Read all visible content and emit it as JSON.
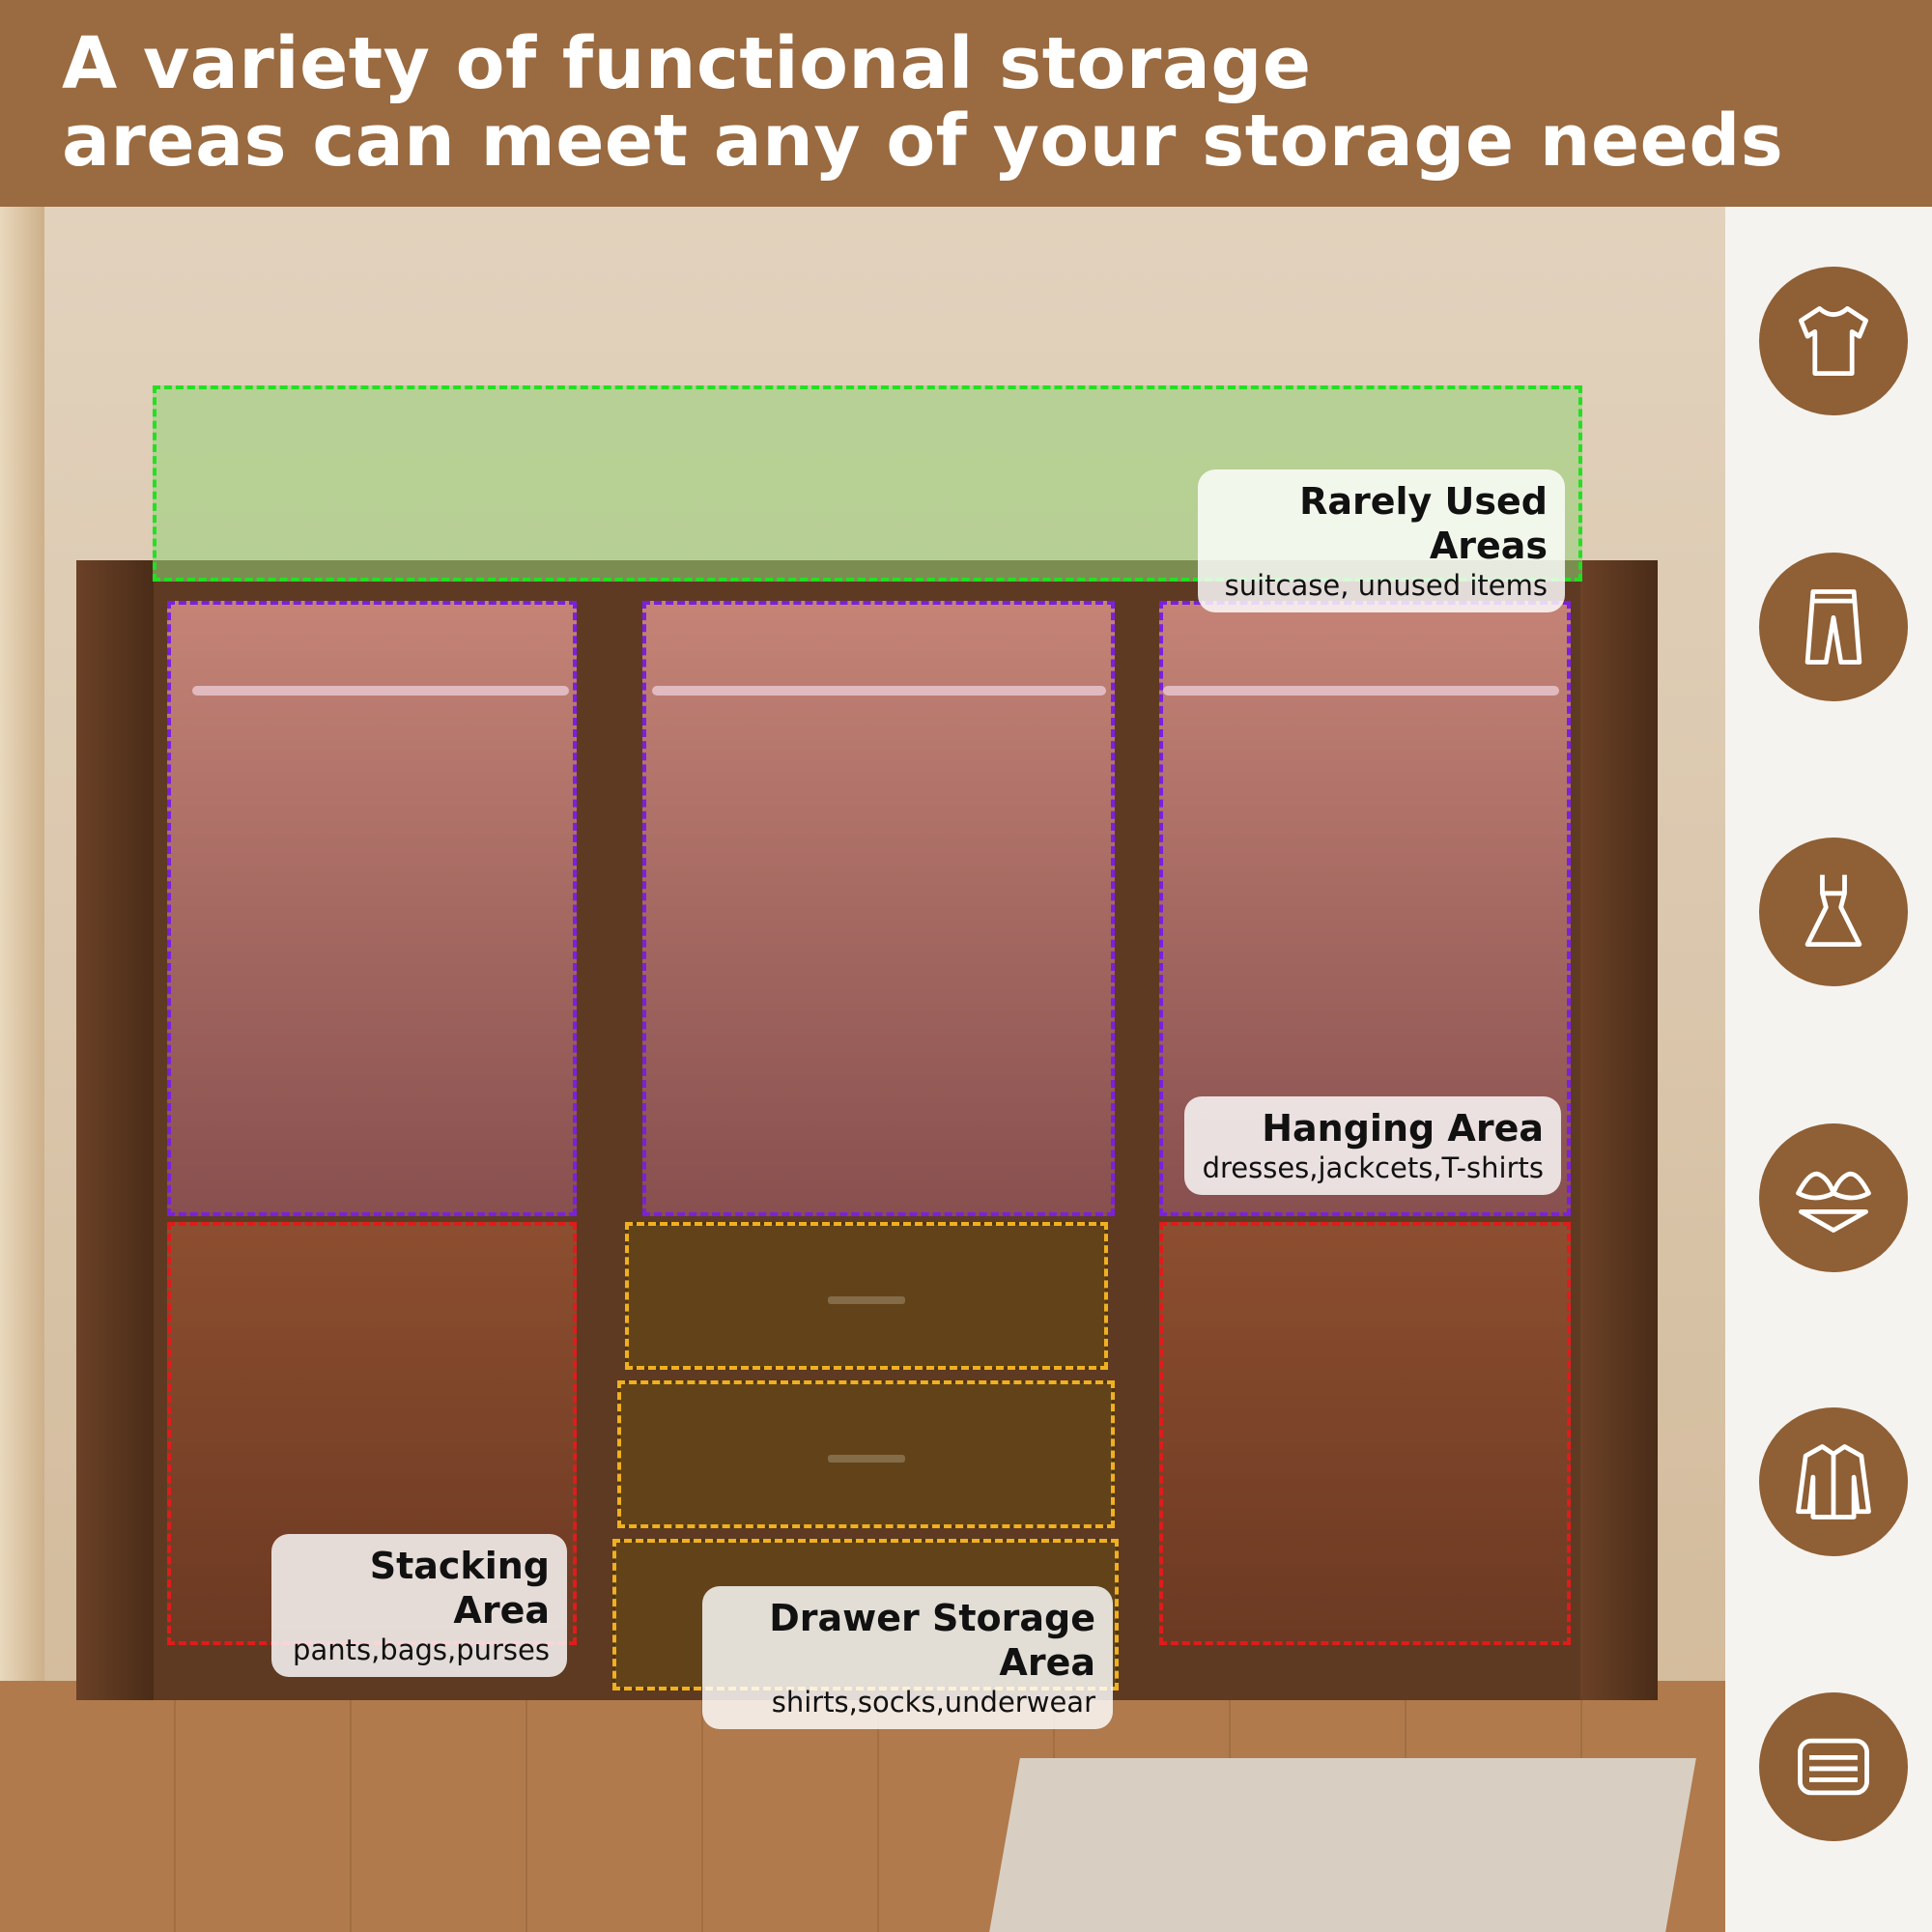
{
  "header": {
    "line1": "A variety of functional storage",
    "line2": "areas can meet any of your storage needs"
  },
  "areas": {
    "rarely": {
      "title": "Rarely Used Areas",
      "subtitle": "suitcase, unused items",
      "color": "#22e022"
    },
    "hanging": {
      "title": "Hanging Area",
      "subtitle": "dresses,jackcets,T-shirts",
      "color": "#7b1fe0"
    },
    "stacking": {
      "title": "Stacking Area",
      "subtitle": "pants,bags,purses",
      "color": "#e01b1b"
    },
    "drawer": {
      "title": "Drawer Storage Area",
      "subtitle": "shirts,socks,underwear",
      "color": "#f0b020"
    }
  },
  "icons": [
    "t-shirt-icon",
    "pants-icon",
    "dress-icon",
    "lingerie-icon",
    "jacket-icon",
    "folded-clothes-icon"
  ],
  "colors": {
    "brand": "#9a6a40",
    "icon_bg": "#8f5f35"
  }
}
